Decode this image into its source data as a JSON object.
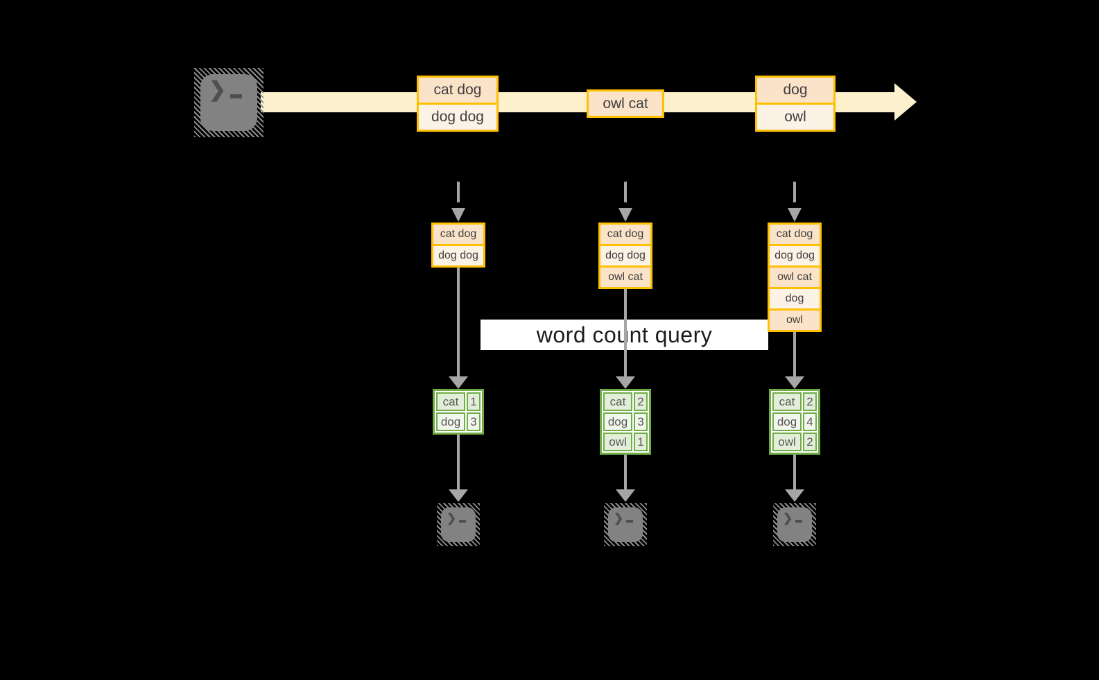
{
  "labels": {
    "query": "word count query"
  },
  "stream": {
    "batches": [
      [
        "cat dog",
        "dog dog"
      ],
      [
        "owl cat"
      ],
      [
        "dog",
        "owl"
      ]
    ]
  },
  "columns": [
    {
      "buffer": [
        "cat dog",
        "dog dog"
      ],
      "counts": [
        {
          "word": "cat",
          "count": "1"
        },
        {
          "word": "dog",
          "count": "3"
        }
      ]
    },
    {
      "buffer": [
        "cat dog",
        "dog dog",
        "owl cat"
      ],
      "counts": [
        {
          "word": "cat",
          "count": "2"
        },
        {
          "word": "dog",
          "count": "3"
        },
        {
          "word": "owl",
          "count": "1"
        }
      ]
    },
    {
      "buffer": [
        "cat dog",
        "dog dog",
        "owl cat",
        "dog",
        "owl"
      ],
      "counts": [
        {
          "word": "cat",
          "count": "2"
        },
        {
          "word": "dog",
          "count": "4"
        },
        {
          "word": "owl",
          "count": "2"
        }
      ]
    }
  ],
  "colors": {
    "gold": "#FFC000",
    "band": "#FCF0CD",
    "peachD": "#FBE3C9",
    "peachL": "#FDF2E6",
    "green": "#70AD47",
    "greenD": "#E2EED9",
    "greenL": "#F1F7EC",
    "arrow": "#A6A6A6",
    "term": "#828282",
    "text": "#3E3E3E"
  }
}
